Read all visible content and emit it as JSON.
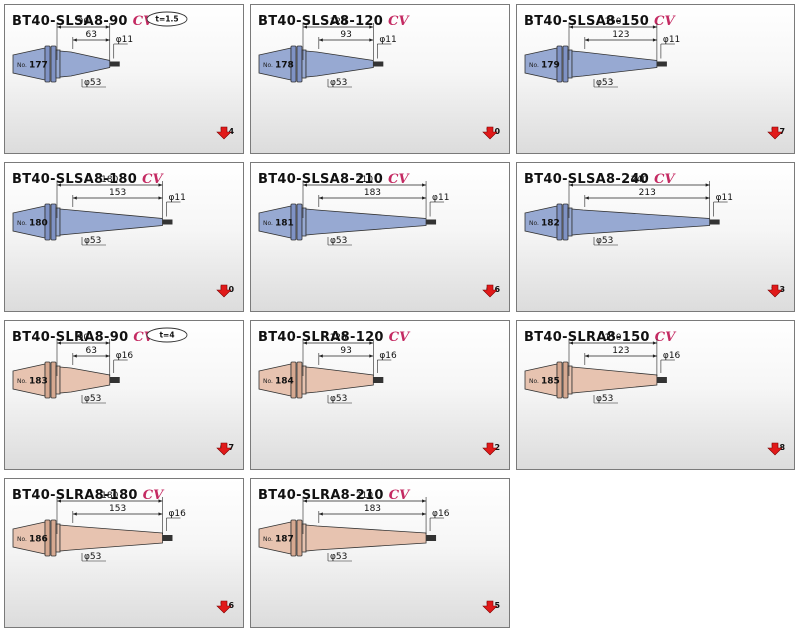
{
  "cards": [
    {
      "name": "BT40-SLSA8-90",
      "cv": "CV",
      "serial": "177",
      "len_total": "90",
      "len_taper": "63",
      "dia_tip": "φ11",
      "dia_base": "φ53",
      "t_label": "t=1.5",
      "weight": "1.4",
      "color_body": "#97a9d2",
      "color_flange": "#7f92c4"
    },
    {
      "name": "BT40-SLSA8-120",
      "cv": "CV",
      "serial": "178",
      "len_total": "120",
      "len_taper": "93",
      "dia_tip": "φ11",
      "dia_base": "φ53",
      "t_label": "",
      "weight": "2.0",
      "color_body": "#97a9d2",
      "color_flange": "#7f92c4"
    },
    {
      "name": "BT40-SLSA8-150",
      "cv": "CV",
      "serial": "179",
      "len_total": "150",
      "len_taper": "123",
      "dia_tip": "φ11",
      "dia_base": "φ53",
      "t_label": "",
      "weight": "2.7",
      "color_body": "#97a9d2",
      "color_flange": "#7f92c4"
    },
    {
      "name": "BT40-SLSA8-180",
      "cv": "CV",
      "serial": "180",
      "len_total": "180",
      "len_taper": "153",
      "dia_tip": "φ11",
      "dia_base": "φ53",
      "t_label": "",
      "weight": "5.0",
      "color_body": "#97a9d2",
      "color_flange": "#7f92c4"
    },
    {
      "name": "BT40-SLSA8-210",
      "cv": "CV",
      "serial": "181",
      "len_total": "210",
      "len_taper": "183",
      "dia_tip": "φ11",
      "dia_base": "φ53",
      "t_label": "",
      "weight": "6.6",
      "color_body": "#97a9d2",
      "color_flange": "#7f92c4"
    },
    {
      "name": "BT40-SLSA8-240",
      "cv": "CV",
      "serial": "182",
      "len_total": "240",
      "len_taper": "213",
      "dia_tip": "φ11",
      "dia_base": "φ53",
      "t_label": "",
      "weight": "8.3",
      "color_body": "#97a9d2",
      "color_flange": "#7f92c4"
    },
    {
      "name": "BT40-SLRA8-90",
      "cv": "CV",
      "serial": "183",
      "len_total": "90",
      "len_taper": "63",
      "dia_tip": "φ16",
      "dia_base": "φ53",
      "t_label": "t=4",
      "weight": "0.7",
      "color_body": "#e7c3b0",
      "color_flange": "#d6a890"
    },
    {
      "name": "BT40-SLRA8-120",
      "cv": "CV",
      "serial": "184",
      "len_total": "120",
      "len_taper": "93",
      "dia_tip": "φ16",
      "dia_base": "φ53",
      "t_label": "",
      "weight": "1.2",
      "color_body": "#e7c3b0",
      "color_flange": "#d6a890"
    },
    {
      "name": "BT40-SLRA8-150",
      "cv": "CV",
      "serial": "185",
      "len_total": "150",
      "len_taper": "123",
      "dia_tip": "φ16",
      "dia_base": "φ53",
      "t_label": "",
      "weight": "1.8",
      "color_body": "#e7c3b0",
      "color_flange": "#d6a890"
    },
    {
      "name": "BT40-SLRA8-180",
      "cv": "CV",
      "serial": "186",
      "len_total": "180",
      "len_taper": "153",
      "dia_tip": "φ16",
      "dia_base": "φ53",
      "t_label": "",
      "weight": "2.6",
      "color_body": "#e7c3b0",
      "color_flange": "#d6a890"
    },
    {
      "name": "BT40-SLRA8-210",
      "cv": "CV",
      "serial": "187",
      "len_total": "210",
      "len_taper": "183",
      "dia_tip": "φ16",
      "dia_base": "φ53",
      "t_label": "",
      "weight": "3.5",
      "color_body": "#e7c3b0",
      "color_flange": "#d6a890"
    }
  ],
  "labels": {
    "no_prefix": "No."
  },
  "colors": {
    "outline": "#333333",
    "tip": "#333333",
    "arrow": "#e11a1a",
    "cv": "#c42a62"
  }
}
